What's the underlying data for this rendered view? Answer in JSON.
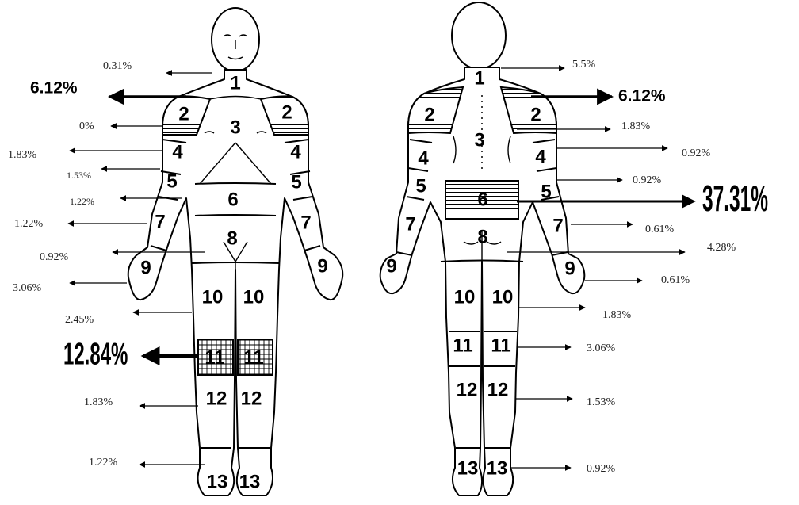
{
  "front_view": {
    "regions": [
      "1",
      "2",
      "2",
      "3",
      "4",
      "4",
      "5",
      "5",
      "6",
      "7",
      "7",
      "8",
      "9",
      "9",
      "10",
      "10",
      "11",
      "11",
      "12",
      "12",
      "13",
      "13"
    ],
    "percentages": [
      "0.31%",
      "6.12%",
      "0%",
      "1.83%",
      "1.53%",
      "1.22%",
      "1.22%",
      "0.92%",
      "3.06%",
      "2.45%",
      "12.84%",
      "1.83%",
      "1.22%"
    ]
  },
  "back_view": {
    "regions": [
      "1",
      "2",
      "2",
      "3",
      "4",
      "4",
      "5",
      "5",
      "6",
      "7",
      "7",
      "8",
      "9",
      "9",
      "10",
      "10",
      "11",
      "11",
      "12",
      "12",
      "13",
      "13"
    ],
    "percentages": [
      "5.5%",
      "6.12%",
      "1.83%",
      "0.92%",
      "0.92%",
      "37.31%",
      "0.61%",
      "4.28%",
      "0.61%",
      "1.83%",
      "3.06%",
      "1.53%",
      "0.92%"
    ]
  },
  "highlighted_regions": {
    "front": [
      "2 (shoulders)",
      "11 (knees)"
    ],
    "back": [
      "2 (shoulders)",
      "6 (lower back)"
    ]
  }
}
